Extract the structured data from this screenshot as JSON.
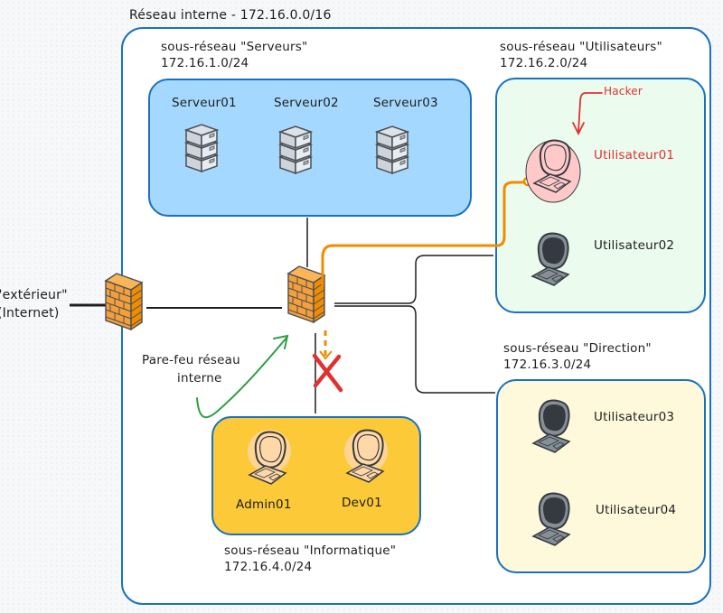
{
  "network": {
    "title": "Réseau interne - 172.16.0.0/16"
  },
  "external": {
    "line1": "\"extérieur\"",
    "line2": "(Internet)"
  },
  "firewall_label": {
    "line1": "Pare-feu réseau",
    "line2": "interne"
  },
  "subnets": {
    "servers": {
      "name": "sous-réseau \"Serveurs\"",
      "cidr": "172.16.1.0/24",
      "fill": "#a5d8ff",
      "hosts": [
        "Serveur01",
        "Serveur02",
        "Serveur03"
      ]
    },
    "users": {
      "name": "sous-réseau \"Utilisateurs\"",
      "cidr": "172.16.2.0/24",
      "fill": "#ebfbee",
      "hosts": [
        "Utilisateur01",
        "Utilisateur02"
      ],
      "annotation": "Hacker",
      "annotation_color": "#e03131"
    },
    "direction": {
      "name": "sous-réseau \"Direction\"",
      "cidr": "172.16.3.0/24",
      "fill": "#fff9db",
      "hosts": [
        "Utilisateur03",
        "Utilisateur04"
      ]
    },
    "it": {
      "name": "sous-réseau \"Informatique\"",
      "cidr": "172.16.4.0/24",
      "fill": "#fcc938",
      "hosts": [
        "Admin01",
        "Dev01"
      ]
    }
  },
  "colors": {
    "border": "#1971c2",
    "attack_path": "#f08c00",
    "blocked": "#e03131",
    "annotation_arrow": "#2f9e44",
    "firewall": "#f59f3a"
  }
}
